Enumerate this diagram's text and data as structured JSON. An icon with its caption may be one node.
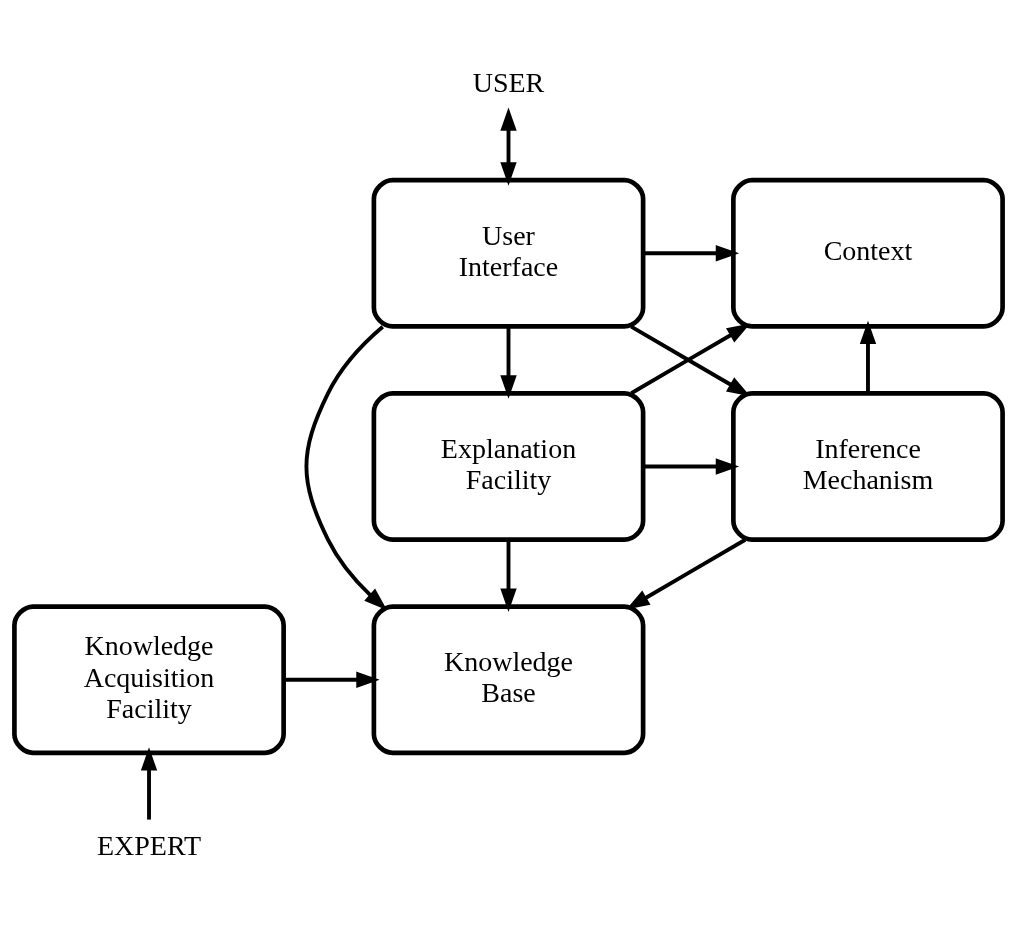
{
  "diagram": {
    "nodes": [
      {
        "text": [
          "USER"
        ]
      },
      {
        "text": [
          "User Interface"
        ]
      },
      {
        "text": [
          "Context"
        ]
      },
      {
        "text": [
          "Explanation Facility"
        ]
      },
      {
        "text": [
          "Inference Mechanism"
        ]
      },
      {
        "text": [
          "Knowledge Acquisition Facility"
        ]
      },
      {
        "text": [
          "Knowledge Base"
        ]
      },
      {
        "text": [
          "EXPERT"
        ]
      }
    ],
    "edges": [
      {
        "from": 0,
        "to": 1,
        "arrow": "both"
      },
      {
        "from": 1,
        "to": 2,
        "arrow": "to"
      },
      {
        "from": 1,
        "to": 3,
        "arrow": "to"
      },
      {
        "from": 1,
        "to": 4,
        "arrow": "to"
      },
      {
        "from": 1,
        "to": 6,
        "arrow": "to"
      },
      {
        "from": 3,
        "to": 2,
        "arrow": "to"
      },
      {
        "from": 3,
        "to": 4,
        "arrow": "to"
      },
      {
        "from": 3,
        "to": 6,
        "arrow": "to"
      },
      {
        "from": 4,
        "to": 2,
        "arrow": "to"
      },
      {
        "from": 4,
        "to": 6,
        "arrow": "to"
      },
      {
        "from": 5,
        "to": 6,
        "arrow": "to"
      },
      {
        "from": 7,
        "to": 5,
        "arrow": "to"
      }
    ]
  }
}
